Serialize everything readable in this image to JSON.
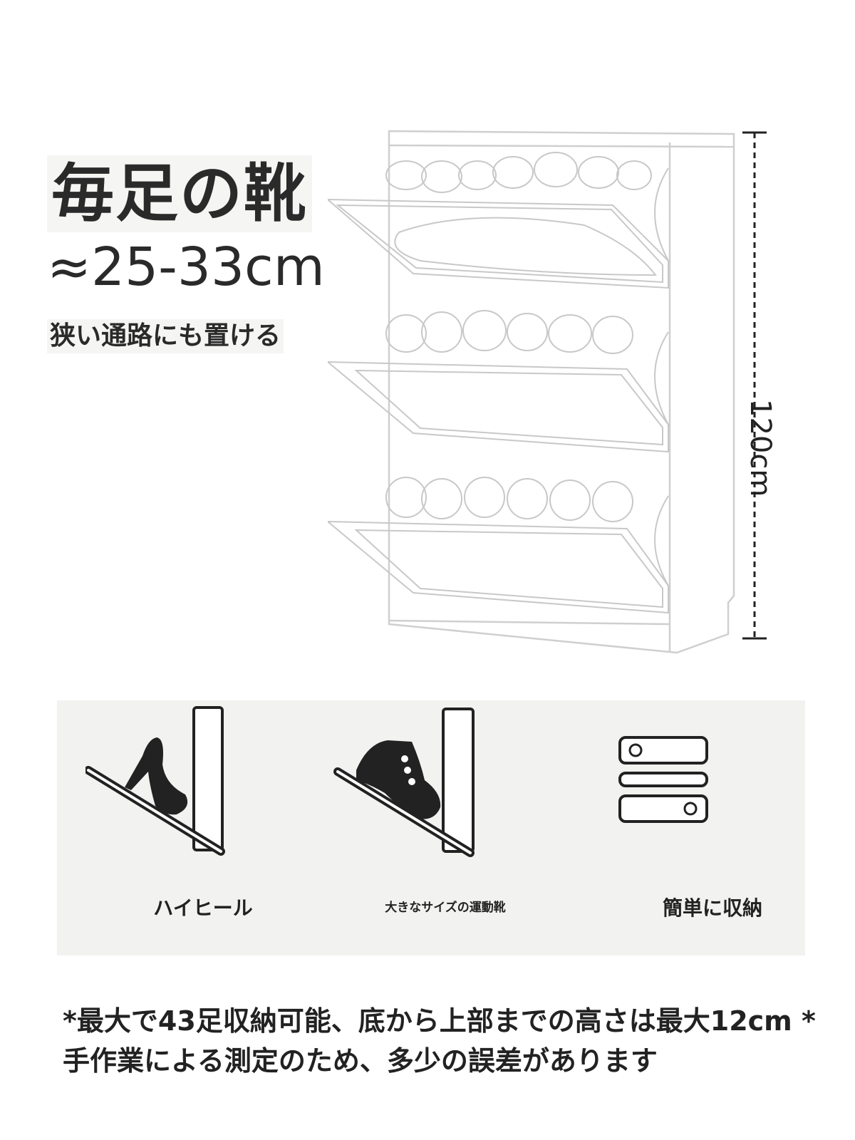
{
  "headline": "毎足の靴",
  "size_range": "≈25-33cm",
  "subline": "狭い通路にも置ける",
  "height_label": "120cm",
  "features": [
    {
      "label": "ハイヒール",
      "icon": "high-heel-icon"
    },
    {
      "label": "大きなサイズの運動靴",
      "icon": "sneaker-boot-icon"
    },
    {
      "label": "簡単に収納",
      "icon": "drawer-stack-icon"
    }
  ],
  "footnote": "*最大で43足収納可能、底から上部までの高さは最大12cm *手作業による測定のため、多少の誤差があります",
  "colors": {
    "line": "#222222",
    "panel": "#f2f2f0",
    "background": "#ffffff"
  }
}
